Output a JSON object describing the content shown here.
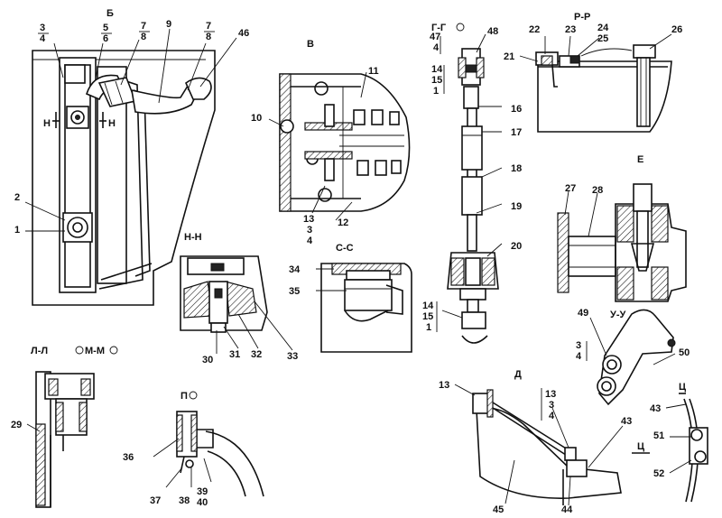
{
  "views": {
    "b": {
      "title": "Б"
    },
    "v": {
      "title": "В"
    },
    "gg": {
      "title": "Г-Г"
    },
    "rr": {
      "title": "Р-Р"
    },
    "e": {
      "title": "Е"
    },
    "hh": {
      "title": "Н-Н"
    },
    "cc": {
      "title": "С-С"
    },
    "uu": {
      "title": "У-У"
    },
    "d": {
      "title": "Д"
    },
    "ts": {
      "title": "Ц"
    },
    "ts_bottom": {
      "title": "Ц"
    },
    "am": {
      "title": "Л-Л",
      "title2": "М-М"
    },
    "p": {
      "title": "П"
    }
  },
  "section_marks": {
    "h_left": "Н",
    "h_right": "Н"
  },
  "labels": {
    "c3": "3",
    "c4": "4",
    "c5": "5",
    "c6": "6",
    "c7a": "7",
    "c8a": "8",
    "c9": "9",
    "c7b": "7",
    "c8b": "8",
    "c46": "46",
    "c2": "2",
    "c1": "1",
    "c11": "11",
    "c10": "10",
    "c12": "12",
    "c13v": "13",
    "c3v": "3",
    "c4v": "4",
    "c47": "47",
    "c4g": "4",
    "c48": "48",
    "c14g": "14",
    "c15g": "15",
    "c1g": "1",
    "c16": "16",
    "c17": "17",
    "c18": "18",
    "c19": "19",
    "c20": "20",
    "c14b": "14",
    "c15b": "15",
    "c1b": "1",
    "c22": "22",
    "c23": "23",
    "c24": "24",
    "c25": "25",
    "c21": "21",
    "c26": "26",
    "c27": "27",
    "c28": "28",
    "c30": "30",
    "c31": "31",
    "c32": "32",
    "c33": "33",
    "c34": "34",
    "c35": "35",
    "c49": "49",
    "c3u": "3",
    "c4u": "4",
    "c50": "50",
    "c13d": "13",
    "c13dr": "13",
    "c3d": "3",
    "c4d": "4",
    "c43a": "43",
    "c45": "45",
    "c44": "44",
    "c43b": "43",
    "c51": "51",
    "c52": "52",
    "c29": "29",
    "c36": "36",
    "c37": "37",
    "c38": "38",
    "c39": "39",
    "c40": "40"
  }
}
